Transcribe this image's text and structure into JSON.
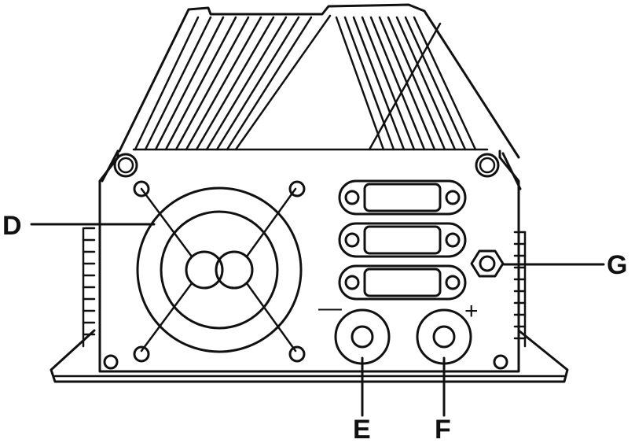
{
  "labels": {
    "d": "D",
    "e": "E",
    "f": "F",
    "g": "G",
    "minus": "—",
    "plus": "+"
  },
  "colors": {
    "line": "#111111",
    "background": "#ffffff"
  }
}
